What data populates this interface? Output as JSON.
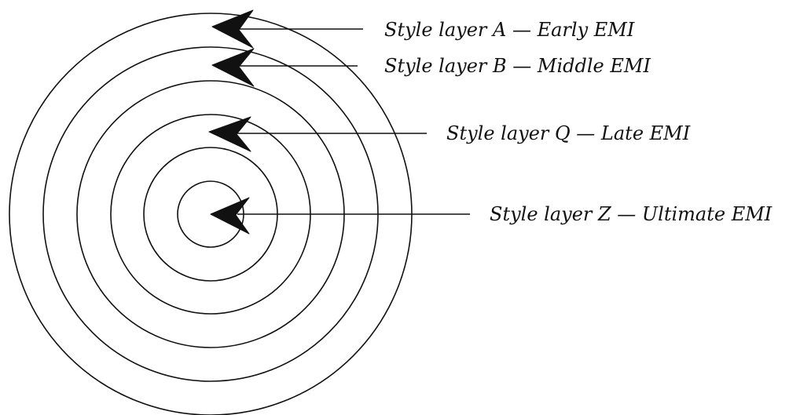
{
  "diagram": {
    "rings": 6,
    "layers": [
      {
        "id": "A",
        "label": "Style layer A — Early EMI"
      },
      {
        "id": "B",
        "label": "Style layer B — Middle EMI"
      },
      {
        "id": "Q",
        "label": "Style layer Q — Late EMI"
      },
      {
        "id": "Z",
        "label": "Style layer Z — Ultimate EMI"
      }
    ]
  }
}
